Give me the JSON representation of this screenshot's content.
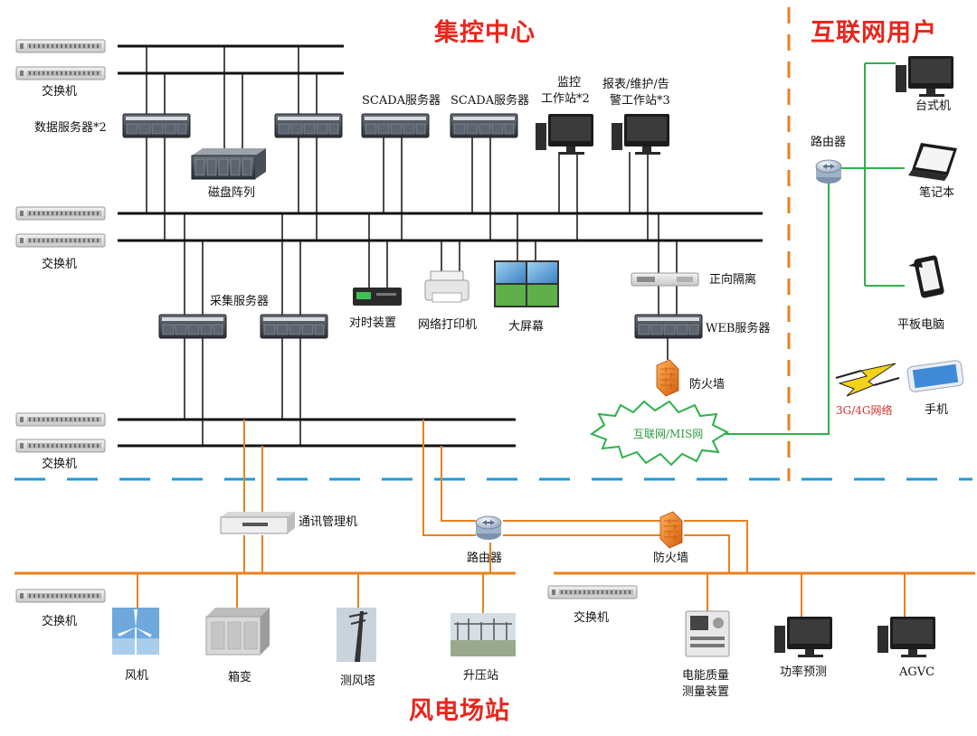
{
  "titles": {
    "control_center": "集控中心",
    "internet_users": "互联网用户",
    "wind_farm": "风电场站"
  },
  "labels": {
    "switch_1": "交换机",
    "switch_2": "交换机",
    "switch_3": "交换机",
    "switch_4": "交换机",
    "switch_5": "交换机",
    "data_server": "数据服务器*2",
    "disk_array": "磁盘阵列",
    "scada_1": "SCADA服务器",
    "scada_2": "SCADA服务器",
    "monitor_ws_1": "监控",
    "monitor_ws_2": "工作站*2",
    "report_ws_1": "报表/维护/告",
    "report_ws_2": "警工作站*3",
    "collect_server": "采集服务器",
    "time_device": "对时装置",
    "printer": "网络打印机",
    "big_screen": "大屏幕",
    "isolation": "正向隔离",
    "web_server": "WEB服务器",
    "firewall_top": "防火墙",
    "internet_cloud": "互联网/MIS网",
    "router_top": "路由器",
    "desktop": "台式机",
    "laptop": "笔记本",
    "tablet": "平板电脑",
    "network_3g4g": "3G/4G网络",
    "phone": "手机",
    "comm_manager": "通讯管理机",
    "router_bottom": "路由器",
    "firewall_bottom": "防火墙",
    "wind_turbine": "风机",
    "box_transformer": "箱变",
    "anemometer_tower": "测风塔",
    "booster_station": "升压站",
    "power_quality_1": "电能质量",
    "power_quality_2": "测量装置",
    "power_forecast": "功率预测",
    "agvc": "AGVC"
  },
  "colors": {
    "bus_black": "#111111",
    "orange": "#e8821e",
    "green": "#2fb14a",
    "divider_blue": "#1e9ad6",
    "title_red": "#e8261c"
  }
}
